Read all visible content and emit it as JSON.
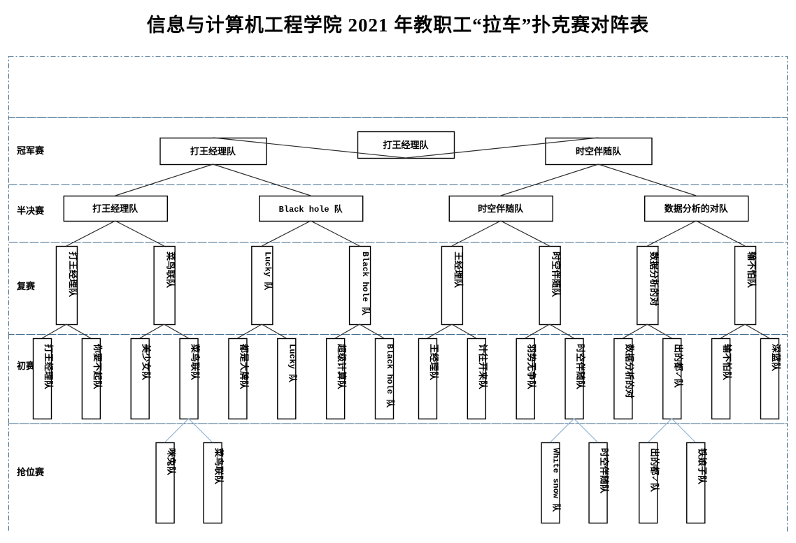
{
  "title": "信息与计算机工程学院 2021 年教职工“拉车”扑克赛对阵表",
  "colors": {
    "band_border": "#3f6b8c",
    "node_border": "#000000",
    "connector_dark": "#2b2b2b",
    "connector_light": "#8fb4d4",
    "text": "#000000",
    "background": "#ffffff"
  },
  "rounds": [
    {
      "id": "champion",
      "label": ""
    },
    {
      "id": "final",
      "label": "冠军赛"
    },
    {
      "id": "semifinal",
      "label": "半决赛"
    },
    {
      "id": "quarterfinal",
      "label": "复赛"
    },
    {
      "id": "firstround",
      "label": "初赛"
    },
    {
      "id": "playoff",
      "label": "抢位赛"
    }
  ],
  "champion": {
    "name": "打王经理队"
  },
  "final": [
    {
      "name": "打王经理队"
    },
    {
      "name": "时空伴随队"
    }
  ],
  "semifinal": [
    {
      "name": "打王经理队",
      "mono": false
    },
    {
      "name": "Black hole 队",
      "mono": true
    },
    {
      "name": "时空伴随队",
      "mono": false
    },
    {
      "name": "数据分析的对队",
      "mono": false
    }
  ],
  "quarterfinal": [
    {
      "name": "打王经理队",
      "mono": false
    },
    {
      "name": "菜鸟联队",
      "mono": false
    },
    {
      "name": "Lucky 队",
      "mono": true
    },
    {
      "name": "Black hole 队",
      "mono": true
    },
    {
      "name": "王经理队",
      "mono": false
    },
    {
      "name": "时空伴随队",
      "mono": false
    },
    {
      "name": "数据分析的对",
      "mono": false
    },
    {
      "name": "输不怕队",
      "mono": false
    }
  ],
  "firstround": [
    {
      "name": "打王经理队",
      "mono": false
    },
    {
      "name": "你要不起队",
      "mono": false
    },
    {
      "name": "美少女队",
      "mono": false
    },
    {
      "name": "菜鸟联队",
      "mono": false
    },
    {
      "name": "都是大牌队",
      "mono": false
    },
    {
      "name": "Lucky 队",
      "mono": true
    },
    {
      "name": "超级计算队",
      "mono": false
    },
    {
      "name": "Black hole 队",
      "mono": true
    },
    {
      "name": "王经理队",
      "mono": false
    },
    {
      "name": "计往开来队",
      "mono": false
    },
    {
      "name": "羽势无争队",
      "mono": false
    },
    {
      "name": "时空伴随队",
      "mono": false
    },
    {
      "name": "数据分析的对",
      "mono": false
    },
    {
      "name": "出的都✓队",
      "mono": false
    },
    {
      "name": "输不怕队",
      "mono": false
    },
    {
      "name": "深蓝队",
      "mono": false
    }
  ],
  "playoff": [
    {
      "name": "咪兔队",
      "mono": false,
      "parent": 3
    },
    {
      "name": "菜鸟联队",
      "mono": false,
      "parent": 3
    },
    {
      "name": "White snow 队",
      "mono": true,
      "parent": 11
    },
    {
      "name": "时空伴随队",
      "mono": false,
      "parent": 11
    },
    {
      "name": "出的都✓队",
      "mono": false,
      "parent": 13
    },
    {
      "name": "铁娘子队",
      "mono": false,
      "parent": 13
    }
  ]
}
